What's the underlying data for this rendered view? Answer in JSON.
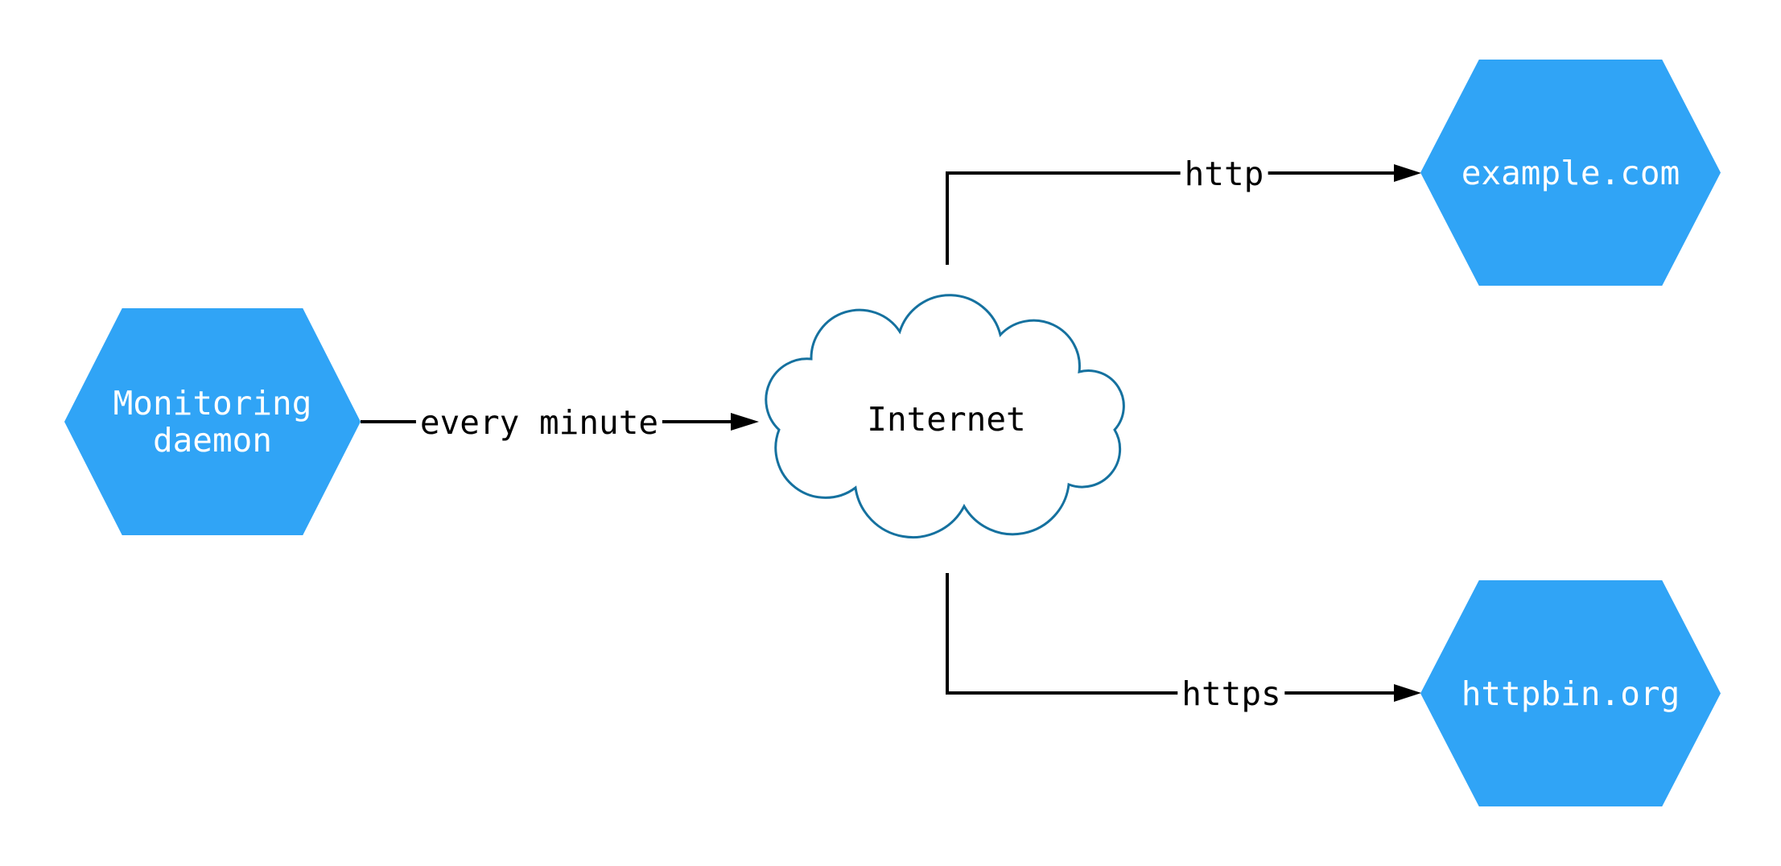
{
  "nodes": {
    "monitoring": {
      "label": "Monitoring daemon"
    },
    "internet": {
      "label": "Internet"
    },
    "example": {
      "label": "example.com"
    },
    "httpbin": {
      "label": "httpbin.org"
    }
  },
  "edges": {
    "every_minute": {
      "label": "every minute",
      "from": "monitoring",
      "to": "internet"
    },
    "http": {
      "label": "http",
      "from": "internet",
      "to": "example"
    },
    "https": {
      "label": "https",
      "from": "internet",
      "to": "httpbin"
    }
  },
  "colors": {
    "node_fill": "#30a4f6",
    "node_text": "#ffffff",
    "cloud_stroke": "#15719f",
    "cloud_fill": "#ffffff",
    "edge_color": "#000000",
    "label_color": "#000000",
    "background": "#ffffff"
  }
}
